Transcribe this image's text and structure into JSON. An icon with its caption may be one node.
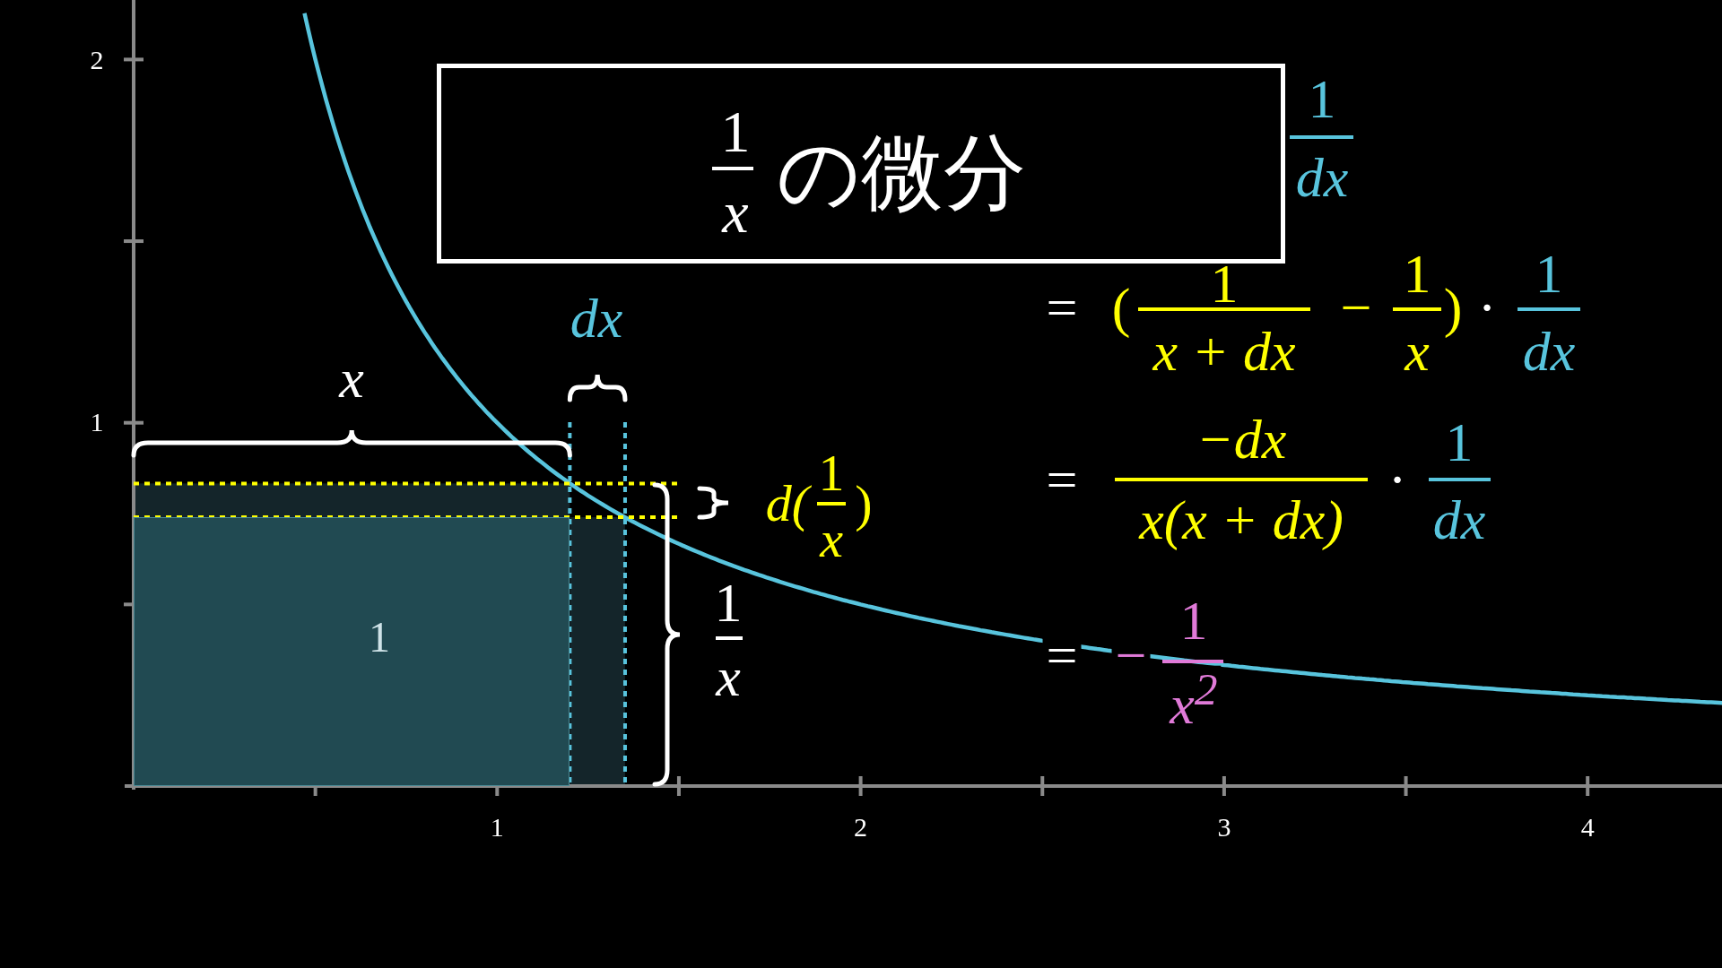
{
  "diagram": {
    "nodes": [
      {
        "text": [
          "1",
          "x",
          "の微分"
        ]
      },
      {
        "text": [
          "1"
        ]
      }
    ],
    "labels": [
      "2",
      "1",
      "dx",
      "=",
      "(",
      "1",
      "x + dx",
      "−",
      "1",
      "x",
      ")",
      "·",
      "1",
      "dx",
      "dx",
      "x",
      "1",
      "−dx",
      "1",
      "=",
      "·",
      "d(",
      "1",
      "x",
      ")",
      "x(x + dx)",
      "dx",
      "1",
      "x",
      "1",
      "=",
      "−",
      "x$^{2}$",
      "1",
      "2",
      "3",
      "4"
    ]
  }
}
